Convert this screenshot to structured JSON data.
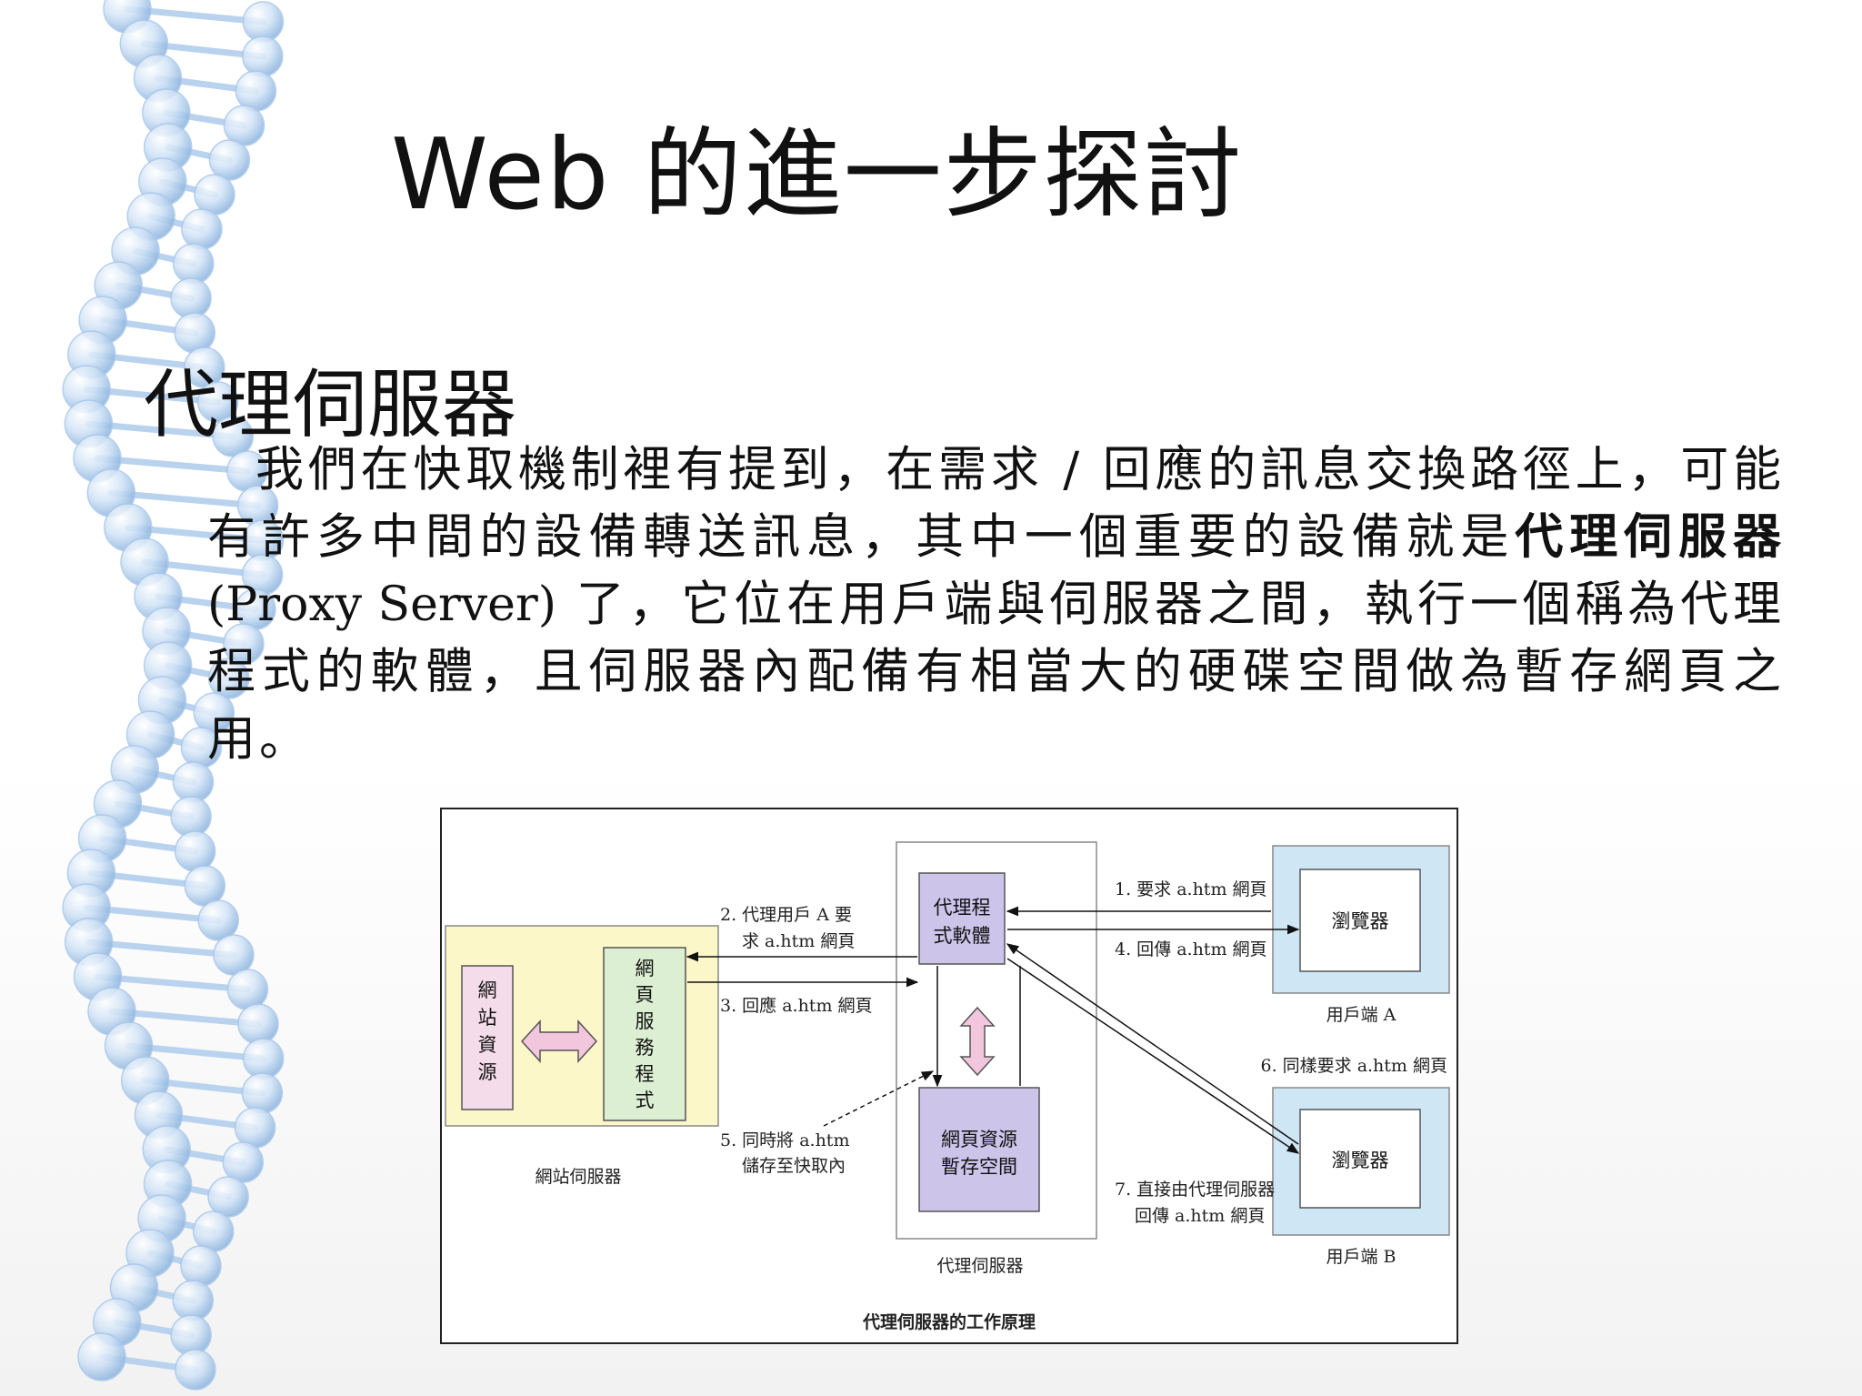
{
  "slide": {
    "title": "Web 的進一步探討",
    "subhead": "代理伺服器",
    "para": {
      "p1": "我們在快取機制裡有提到，在需求 / 回應的訊息交換路徑上，可能有許多中間的設備轉送訊息，其中一個重要的設備就是",
      "bold": "代理伺服器",
      "en": "(Proxy Server)",
      "p2": "了，它位在用戶端與伺服器之間，執行一個稱為代理程式的軟體，且伺服器內配備有相當大的硬碟空間做為暫存網頁之用。"
    }
  },
  "diagram": {
    "caption": "代理伺服器的工作原理",
    "web_server": {
      "label": "網站伺服器",
      "resource_chars": [
        "網",
        "站",
        "資",
        "源"
      ],
      "service_chars": [
        "網",
        "頁",
        "服",
        "務",
        "程",
        "式"
      ]
    },
    "proxy": {
      "label": "代理伺服器",
      "program_lines": [
        "代理程",
        "式軟體"
      ],
      "cache_lines": [
        "網頁資源",
        "暫存空間"
      ]
    },
    "client_a": {
      "label": "用戶端 A",
      "browser": "瀏覽器"
    },
    "client_b": {
      "label": "用戶端 B",
      "browser": "瀏覽器"
    },
    "steps": {
      "s1": "1. 要求 a.htm 網頁",
      "s2a": "2. 代理用戶 A 要",
      "s2b": "求 a.htm 網頁",
      "s3": "3. 回應 a.htm 網頁",
      "s4": "4. 回傳 a.htm 網頁",
      "s5a": "5. 同時將 a.htm",
      "s5b": "儲存至快取內",
      "s6": "6. 同樣要求 a.htm 網頁",
      "s7a": "7. 直接由代理伺服器",
      "s7b": "回傳 a.htm 網頁"
    },
    "colors": {
      "web_server_bg": "#fbf7c8",
      "resource_bg": "#f5dcea",
      "service_bg": "#dcefd2",
      "proxy_box_bg": "#cdc4ea",
      "client_bg": "#cfe6f5",
      "exchange_arrow": "#f2c6dc"
    }
  }
}
